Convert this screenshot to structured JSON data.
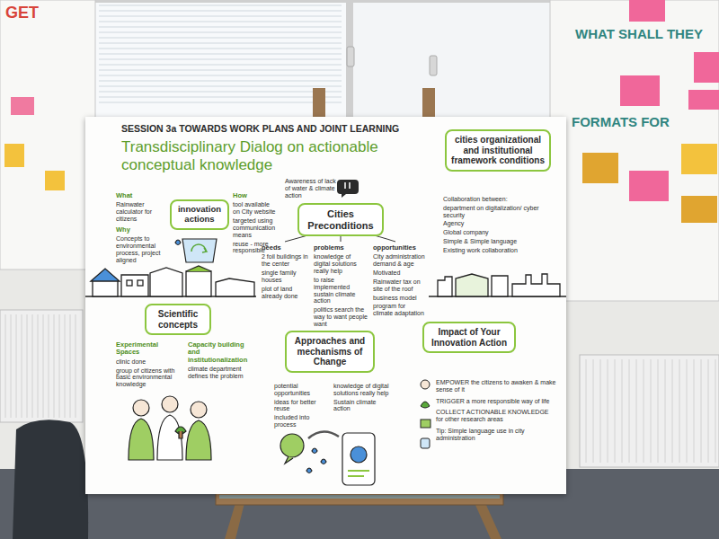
{
  "diagram": {
    "title": "Transdisciplinary Dialog on actionable conceptual knowledge",
    "nodes": [
      {
        "text": [
          "innovation actions"
        ]
      },
      {
        "text": [
          "Cities Preconditions"
        ]
      },
      {
        "text": [
          "cities organizational and institutional framework conditions"
        ]
      },
      {
        "text": [
          "Scientific concepts"
        ]
      },
      {
        "text": [
          "Approaches and mechanisms of Change"
        ]
      },
      {
        "text": [
          "Impact of Your Innovation Action"
        ]
      }
    ],
    "labels": [
      "SESSION 3a TOWARDS WORK PLANS AND JOINT LEARNING",
      "What",
      "Rainwater calculator for citizens",
      "How",
      "tool available on City website",
      "targeted using communication means",
      "reuse - more responsible",
      "Why",
      "Concepts to environmental process, project aligned",
      "Awareness of lack of water & climate action",
      "needs",
      "2 foil buildings in the center",
      "single family houses",
      "plot of land already done",
      "problems",
      "knowledge of digital solutions really help",
      "to raise implemented sustain climate action",
      "politics search the way to want people want",
      "opportunities",
      "City administration demand & age",
      "Motivated",
      "Rainwater tax on site of the roof",
      "business model",
      "program for climate adaptation",
      "Collaboration between:",
      "department on digitalization/ cyber security",
      "Agency",
      "Global company",
      "Simple & Simple language",
      "Existing work collaboration",
      "Experimental Spaces",
      "clinic done",
      "group of citizens with basic environmental knowledge",
      "Capacity building and institutionalization",
      "climate department defines the problem",
      "potential opportunities",
      "ideas for better reuse",
      "included into process",
      "knowledge of digital solutions really help",
      "Sustain climate action",
      "EMPOWER the citizens to awaken & make sense of it",
      "TRIGGER a more responsible way of life",
      "COLLECT ACTIONABLE KNOWLEDGE for other research areas",
      "Tip: Simple language use in city administration",
      "GET",
      "WHAT SHALL THEY",
      "FORMATS FOR"
    ]
  }
}
